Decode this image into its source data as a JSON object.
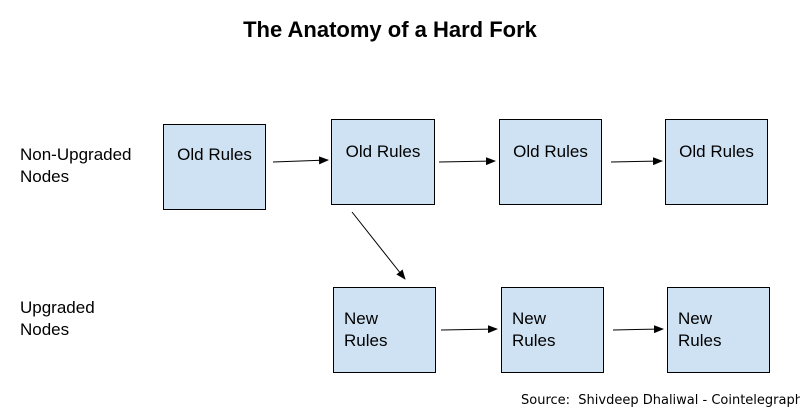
{
  "title": "The Anatomy of a Hard Fork",
  "rows": {
    "non_upgraded": {
      "label": "Non-Upgraded\nNodes"
    },
    "upgraded": {
      "label": "Upgraded\nNodes"
    }
  },
  "blocks": {
    "old": [
      "Old Rules",
      "Old Rules",
      "Old Rules",
      "Old Rules"
    ],
    "new": [
      "New\nRules",
      "New\nRules",
      "New\nRules"
    ]
  },
  "source": "Source:  Shivdeep Dhaliwal - Cointelegraph",
  "colors": {
    "block_fill": "#cfe2f3",
    "block_border": "#000000",
    "arrow": "#000000"
  }
}
